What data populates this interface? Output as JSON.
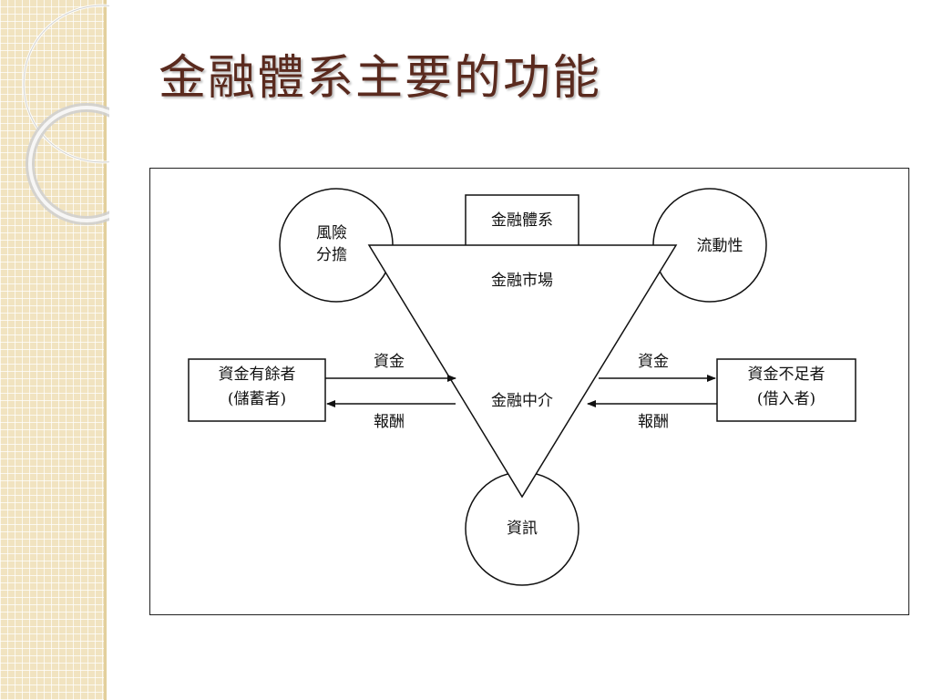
{
  "slide": {
    "title": "金融體系主要的功能"
  },
  "diagram": {
    "financial_system": "金融體系",
    "risk_sharing_line1": "風險",
    "risk_sharing_line2": "分擔",
    "liquidity": "流動性",
    "financial_markets": "金融市場",
    "financial_intermediaries": "金融中介",
    "information": "資訊",
    "savers_line1": "資金有餘者",
    "savers_line2": "(儲蓄者)",
    "borrowers_line1": "資金不足者",
    "borrowers_line2": "(借入者)",
    "left_funds": "資金",
    "left_returns": "報酬",
    "right_funds": "資金",
    "right_returns": "報酬"
  }
}
